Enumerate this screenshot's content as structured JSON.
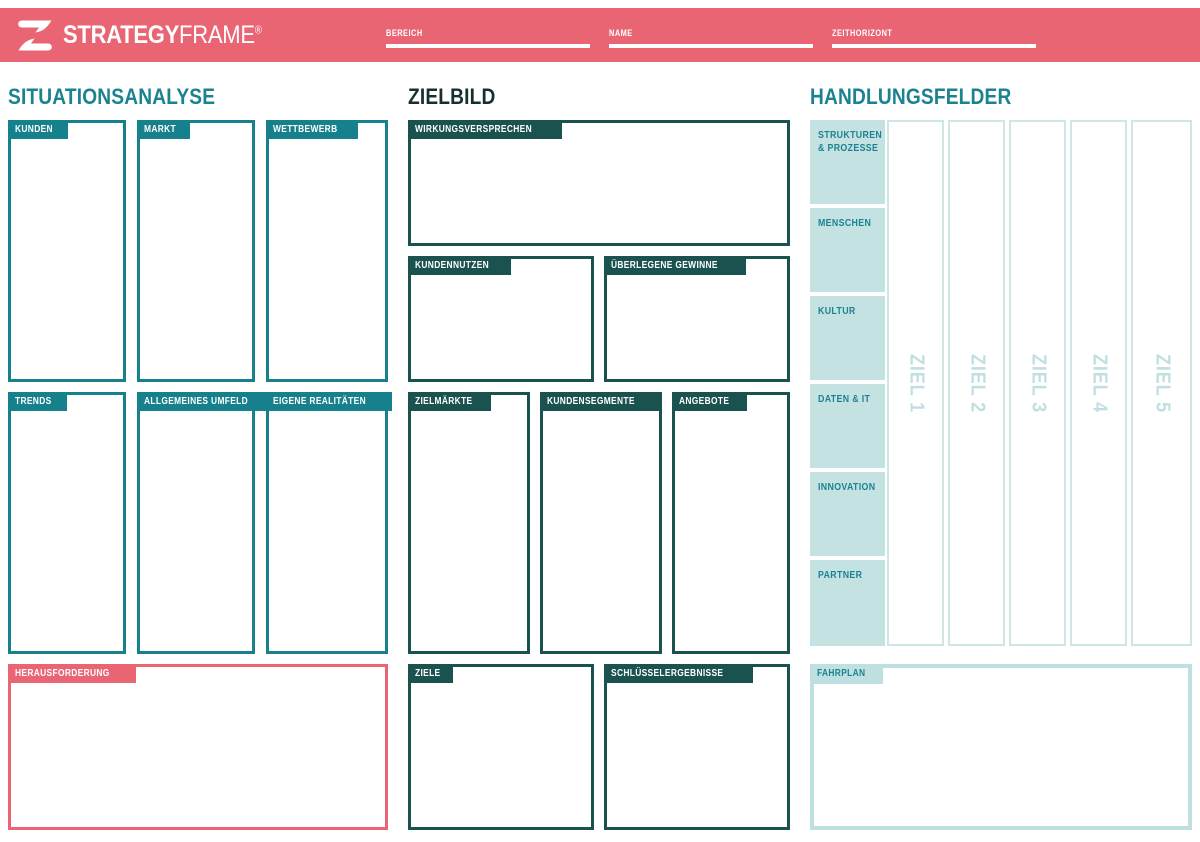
{
  "header": {
    "logo_icon": "strategyframe-s-logo",
    "logo_bold": "STRATEGY",
    "logo_light": "FRAME",
    "logo_reg": "®",
    "fields": [
      {
        "label": "BEREICH",
        "value": ""
      },
      {
        "label": "NAME",
        "value": ""
      },
      {
        "label": "ZEITHORIZONT",
        "value": ""
      }
    ],
    "bg_color": "#ea6573"
  },
  "sections": {
    "situationsanalyse": {
      "title": "SITUATIONSANALYSE",
      "color": "#16808d",
      "boxes_row1": [
        {
          "label": "KUNDEN",
          "value": ""
        },
        {
          "label": "MARKT",
          "value": ""
        },
        {
          "label": "WETTBEWERB",
          "value": ""
        }
      ],
      "boxes_row2": [
        {
          "label": "TRENDS",
          "value": ""
        },
        {
          "label": "ALLGEMEINES UMFELD",
          "value": ""
        },
        {
          "label": "EIGENE REALITÄTEN",
          "value": ""
        }
      ],
      "challenge": {
        "label": "HERAUSFORDERUNG",
        "value": "",
        "color": "#ea6573"
      }
    },
    "zielbild": {
      "title": "ZIELBILD",
      "color": "#1a524f",
      "promise": {
        "label": "WIRKUNGSVERSPRECHEN",
        "value": ""
      },
      "boxes_row2": [
        {
          "label": "KUNDENNUTZEN",
          "value": ""
        },
        {
          "label": "ÜBERLEGENE GEWINNE",
          "value": ""
        }
      ],
      "boxes_row3": [
        {
          "label": "ZIELMÄRKTE",
          "value": ""
        },
        {
          "label": "KUNDENSEGMENTE",
          "value": ""
        },
        {
          "label": "ANGEBOTE",
          "value": ""
        }
      ],
      "boxes_row4": [
        {
          "label": "ZIELE",
          "value": ""
        },
        {
          "label": "SCHLÜSSELERGEBNISSE",
          "value": ""
        }
      ]
    },
    "handlungsfelder": {
      "title": "HANDLUNGSFELDER",
      "color": "#1b8290",
      "row_labels": [
        "STRUKTUREN\n& PROZESSE",
        "MENSCHEN",
        "KULTUR",
        "DATEN & IT",
        "INNOVATION",
        "PARTNER"
      ],
      "columns": [
        "ZIEL 1",
        "ZIEL 2",
        "ZIEL 3",
        "ZIEL 4",
        "ZIEL 5"
      ],
      "roadmap": {
        "label": "FAHRPLAN",
        "value": ""
      }
    }
  }
}
